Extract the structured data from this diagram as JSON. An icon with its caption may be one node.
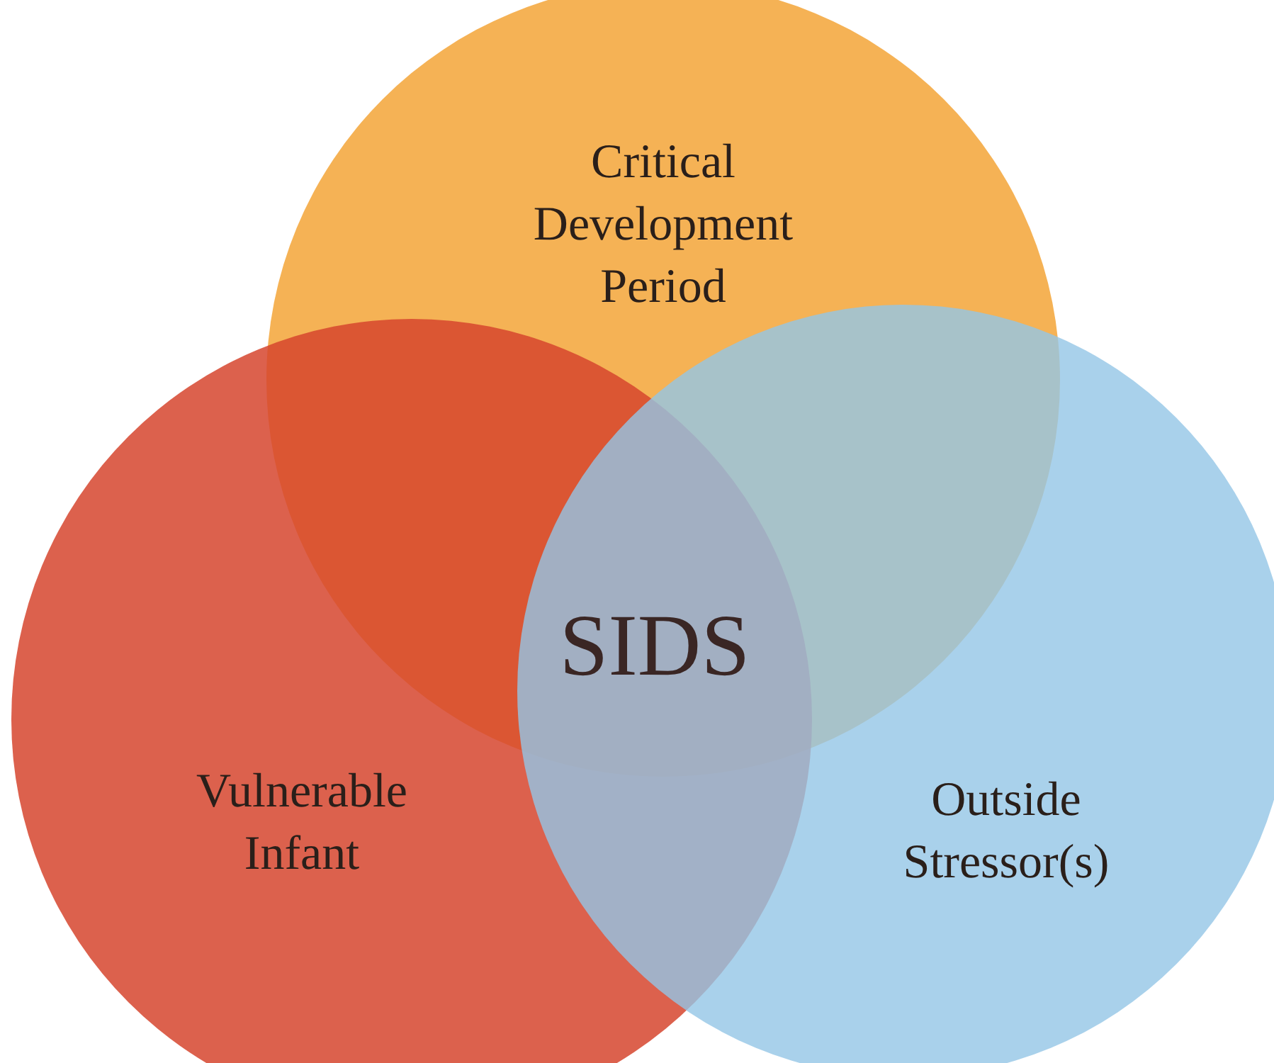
{
  "diagram": {
    "nodes": [
      {
        "text": [
          "Critical Development Period"
        ]
      },
      {
        "text": [
          "Vulnerable Infant"
        ]
      },
      {
        "text": [
          "Outside Stressor(s)"
        ]
      }
    ],
    "labels": [
      "SIDS"
    ]
  }
}
